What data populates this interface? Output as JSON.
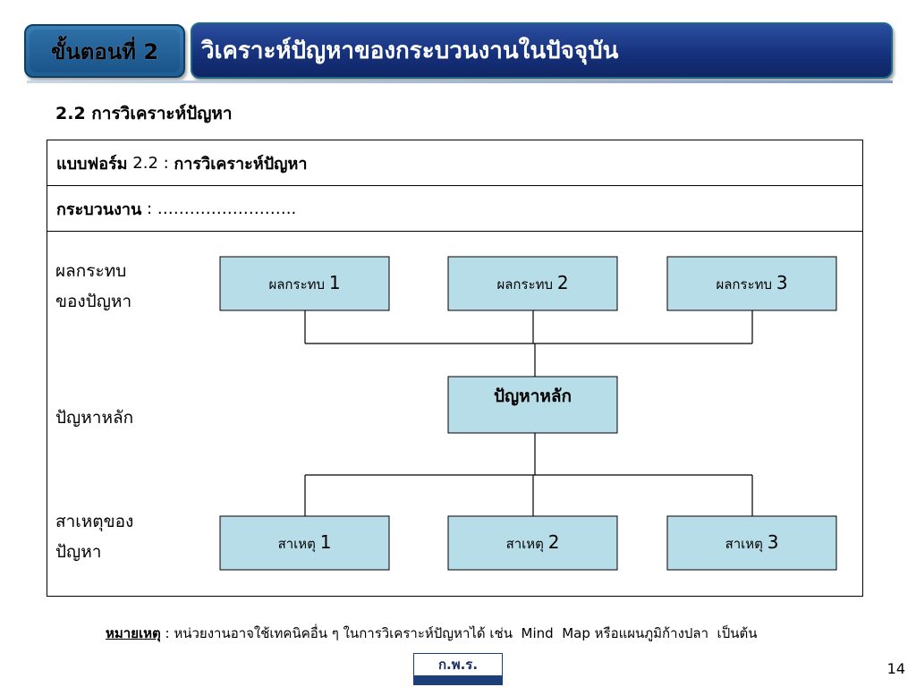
{
  "header": {
    "step_label": "ขั้นตอนที่ 2",
    "title": "วิเคราะห์ปัญหาของกระบวนงานในปัจจุบัน"
  },
  "section_heading": "2.2 การวิเคราะห์ปัญหา",
  "form": {
    "row1_bold": "แบบฟอร์ม",
    "row1_rest": " 2.2 : ",
    "row1_bold2": "การวิเคราะห์ปัญหา",
    "row2_bold": "กระบวนงาน",
    "row2_rest": " : ……………………..",
    "labels": {
      "effects_line1": "ผลกระทบ",
      "effects_line2": "ของปัญหา",
      "main_problem": "ปัญหาหลัก",
      "causes_line1": "สาเหตุของ",
      "causes_line2": "ปัญหา"
    }
  },
  "diagram": {
    "box_fill": "#b7dde8",
    "line_color": "#000000",
    "effects": [
      {
        "prefix": "ผลกระทบ",
        "num": "1"
      },
      {
        "prefix": "ผลกระทบ",
        "num": "2"
      },
      {
        "prefix": "ผลกระทบ",
        "num": "3"
      }
    ],
    "main": "ปัญหาหลัก",
    "causes": [
      {
        "prefix": "สาเหตุ",
        "num": "1"
      },
      {
        "prefix": "สาเหตุ",
        "num": "2"
      },
      {
        "prefix": "สาเหตุ",
        "num": "3"
      }
    ]
  },
  "note": {
    "key": "หมายเหตุ",
    "text": " : หน่วยงานอาจใช้เทคนิคอื่น ๆ ในการวิเคราะห์ปัญหาได้ เช่น  Mind  Map หรือแผนภูมิก้างปลา  เป็นต้น"
  },
  "logo_text": "ก.พ.ร.",
  "page_number": "14"
}
